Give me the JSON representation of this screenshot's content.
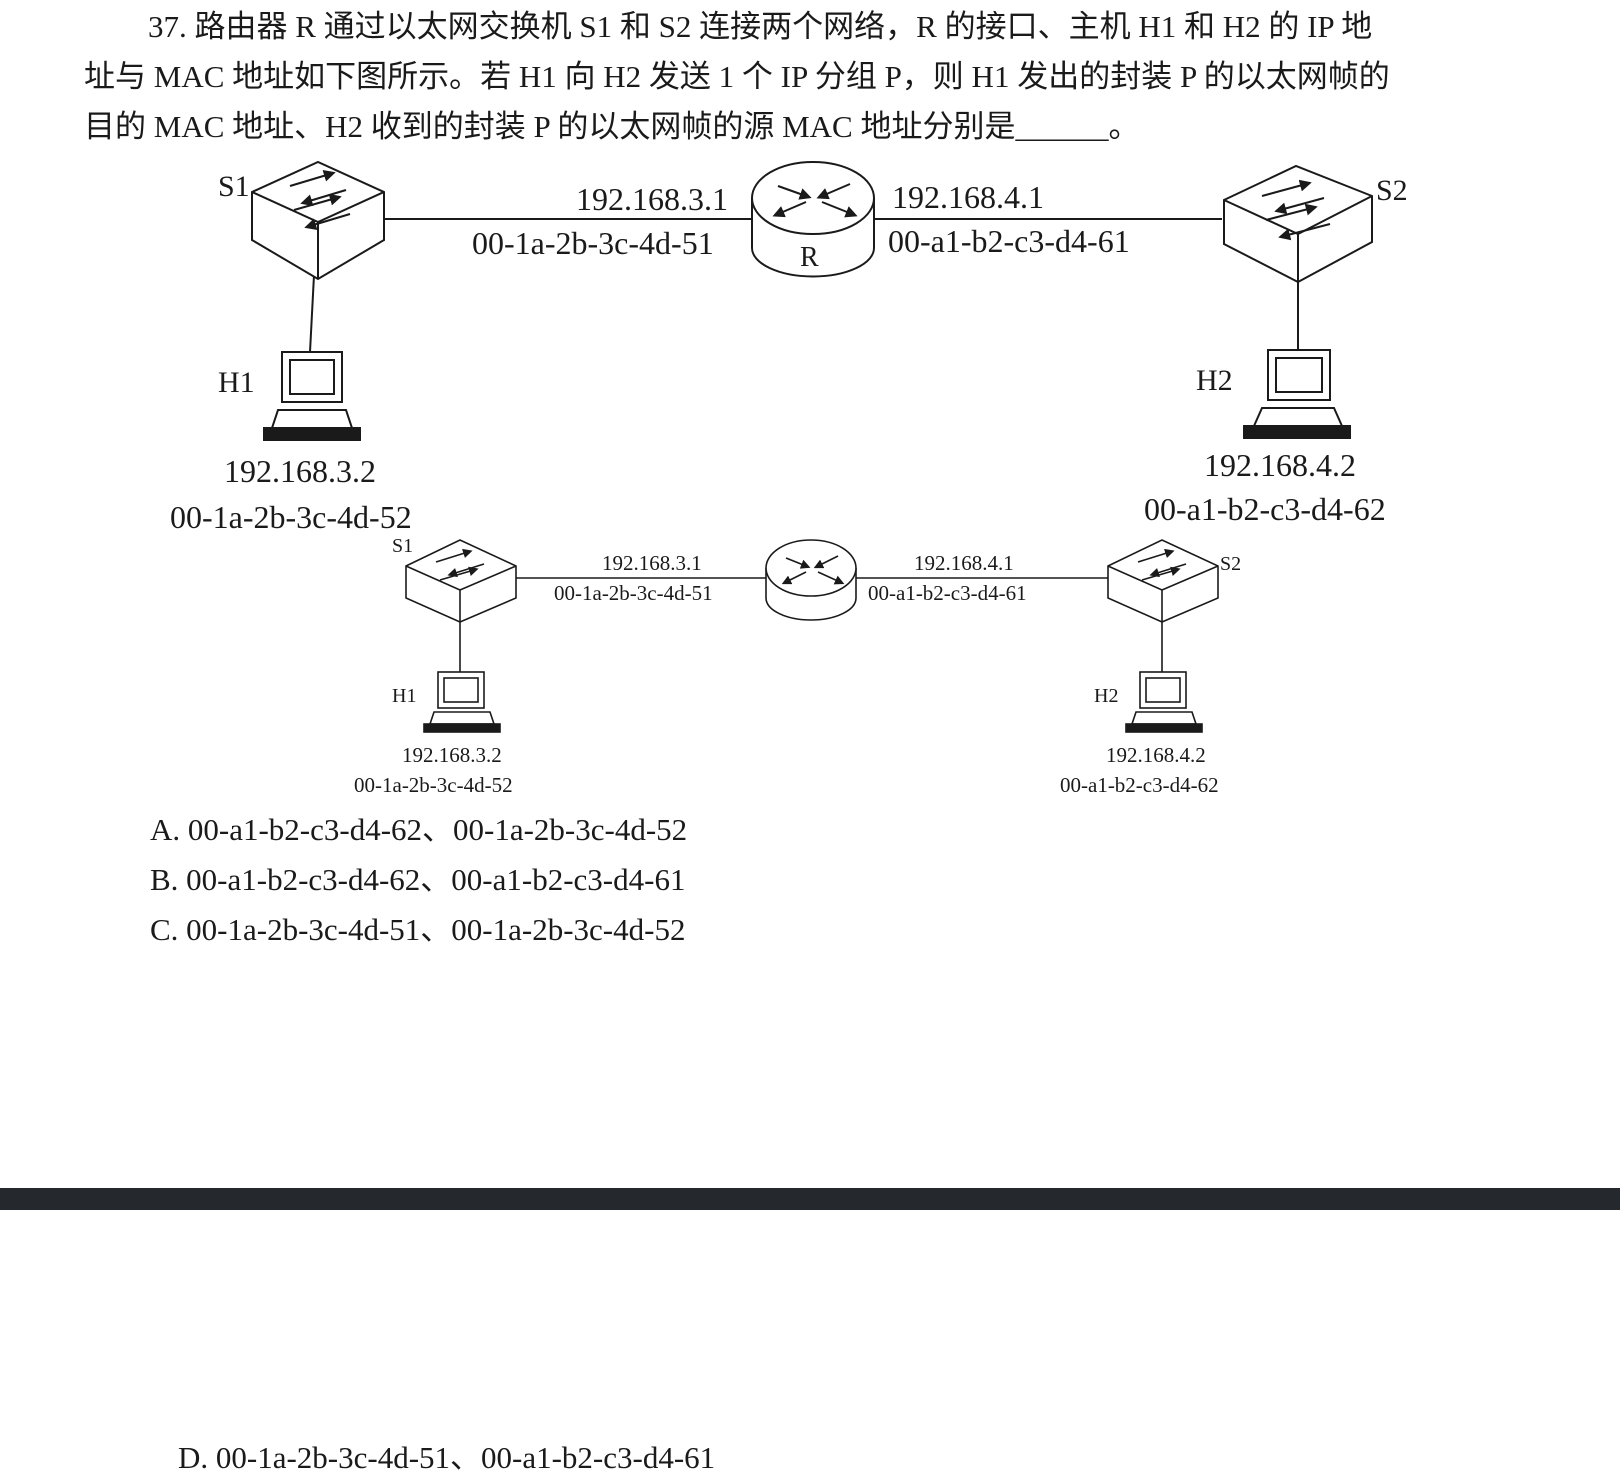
{
  "question": {
    "number": "37.",
    "line1": "路由器 R 通过以太网交换机 S1 和 S2 连接两个网络，R 的接口、主机 H1 和 H2 的 IP 地",
    "line2": "址与 MAC 地址如下图所示。若 H1 向 H2 发送 1 个 IP 分组 P，则 H1 发出的封装 P 的以太网帧的",
    "line3": "目的 MAC 地址、H2 收到的封装 P 的以太网帧的源 MAC 地址分别是______。"
  },
  "diagram_large": {
    "s1_label": "S1",
    "s2_label": "S2",
    "router_label": "R",
    "h1_label": "H1",
    "h2_label": "H2",
    "r_left_ip": "192.168.3.1",
    "r_left_mac": "00-1a-2b-3c-4d-51",
    "r_right_ip": "192.168.4.1",
    "r_right_mac": "00-a1-b2-c3-d4-61",
    "h1_ip": "192.168.3.2",
    "h1_mac": "00-1a-2b-3c-4d-52",
    "h2_ip": "192.168.4.2",
    "h2_mac": "00-a1-b2-c3-d4-62"
  },
  "diagram_small": {
    "s1_label": "S1",
    "s2_label": "S2",
    "h1_label": "H1",
    "h2_label": "H2",
    "r_left_ip": "192.168.3.1",
    "r_left_mac": "00-1a-2b-3c-4d-51",
    "r_right_ip": "192.168.4.1",
    "r_right_mac": "00-a1-b2-c3-d4-61",
    "h1_ip": "192.168.3.2",
    "h1_mac": "00-1a-2b-3c-4d-52",
    "h2_ip": "192.168.4.2",
    "h2_mac": "00-a1-b2-c3-d4-62"
  },
  "options": {
    "a": "A. 00-a1-b2-c3-d4-62、00-1a-2b-3c-4d-52",
    "b": "B. 00-a1-b2-c3-d4-62、00-a1-b2-c3-d4-61",
    "c": "C. 00-1a-2b-3c-4d-51、00-1a-2b-3c-4d-52",
    "d": "D. 00-1a-2b-3c-4d-51、00-a1-b2-c3-d4-61"
  },
  "colors": {
    "ink": "#1a1a1a",
    "separator": "#25282c",
    "background": "#ffffff"
  }
}
